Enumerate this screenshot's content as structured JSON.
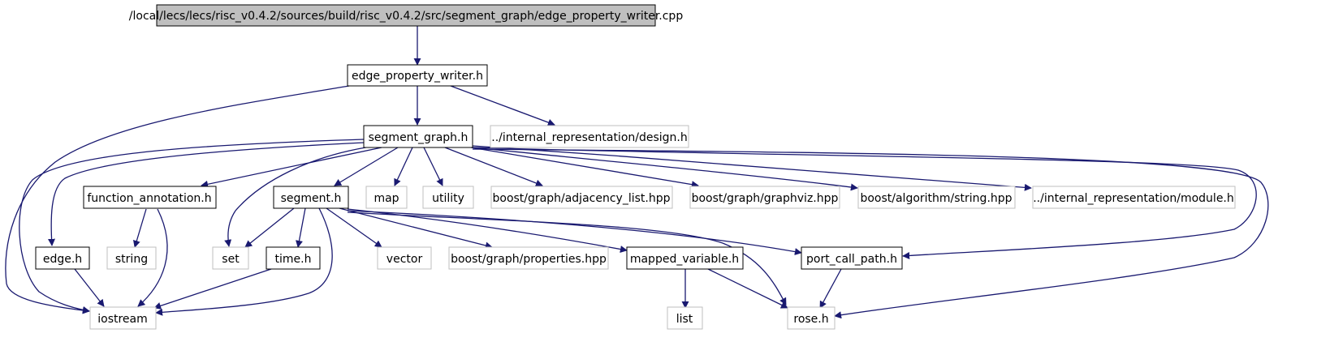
{
  "graph": {
    "colors": {
      "edge": "#191970",
      "root_fill": "#bfbfbf",
      "documented_border": "#000000",
      "external_border": "#bfbfbf",
      "external_text": "#000000"
    },
    "nodes": {
      "root": "/local/lecs/lecs/risc_v0.4.2/sources/build/risc_v0.4.2/src/segment_graph/edge_property_writer.cpp",
      "edge_property_writer": "edge_property_writer.h",
      "segment_graph": "segment_graph.h",
      "design": "../internal_representation/design.h",
      "function_annotation": "function_annotation.h",
      "segment": "segment.h",
      "map": "map",
      "utility": "utility",
      "adjacency_list": "boost/graph/adjacency_list.hpp",
      "graphviz": "boost/graph/graphviz.hpp",
      "algorithm_string": "boost/algorithm/string.hpp",
      "module": "../internal_representation/module.h",
      "edge": "edge.h",
      "string": "string",
      "set": "set",
      "time": "time.h",
      "vector": "vector",
      "properties": "boost/graph/properties.hpp",
      "mapped_variable": "mapped_variable.h",
      "port_call_path": "port_call_path.h",
      "iostream": "iostream",
      "list": "list",
      "rose": "rose.h"
    }
  }
}
